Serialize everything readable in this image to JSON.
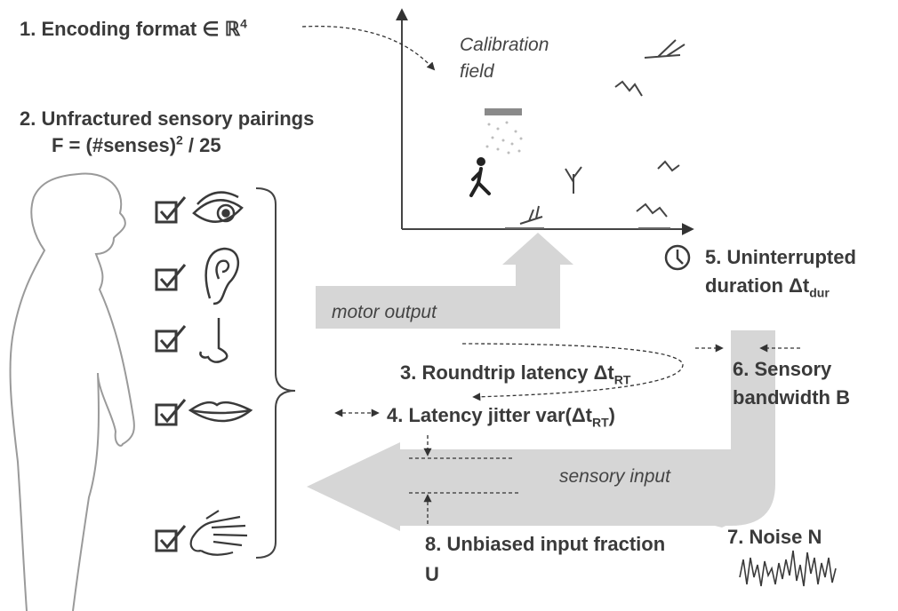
{
  "labels": {
    "encoding": {
      "text": "1. Encoding format ∈ ℝ",
      "sup": "4"
    },
    "pairings": {
      "line1": "2. Unfractured sensory pairings",
      "line2_a": "F  = (#senses)",
      "line2_sup": "2",
      "line2_b": " / 25"
    },
    "roundtrip": {
      "text": "3. Roundtrip latency Δt",
      "sub": "RT"
    },
    "jitter": {
      "text": "4. Latency jitter var(Δt",
      "sub": "RT",
      "close": ")"
    },
    "duration": {
      "line1": "5. Uninterrupted",
      "line2": "duration Δt",
      "sub": "dur"
    },
    "bandwidth": {
      "line1": "6. Sensory",
      "line2": "bandwidth B"
    },
    "noise": "7. Noise N",
    "unbiased": {
      "line1": "8. Unbiased input fraction",
      "line2": "U"
    }
  },
  "calibration_field": {
    "line1": "Calibration",
    "line2": "field"
  },
  "flows": {
    "motor_output": "motor output",
    "sensory_input": "sensory input"
  },
  "senses": [
    {
      "name": "sight",
      "checked": true,
      "icon": "eye-icon"
    },
    {
      "name": "hearing",
      "checked": true,
      "icon": "ear-icon"
    },
    {
      "name": "smell",
      "checked": true,
      "icon": "nose-icon"
    },
    {
      "name": "taste",
      "checked": true,
      "icon": "lips-icon"
    },
    {
      "name": "touch",
      "checked": true,
      "icon": "hand-icon"
    }
  ],
  "icons": [
    "human-figure-icon",
    "walking-person-icon",
    "bird-icon",
    "tree-icon",
    "rain-cloud-icon",
    "clock-icon",
    "noise-waveform-icon"
  ],
  "colors": {
    "text": "#3a3a3a",
    "arrow_fill": "#d4d4d4",
    "axes": "#444444",
    "figure_stroke": "#999999"
  }
}
